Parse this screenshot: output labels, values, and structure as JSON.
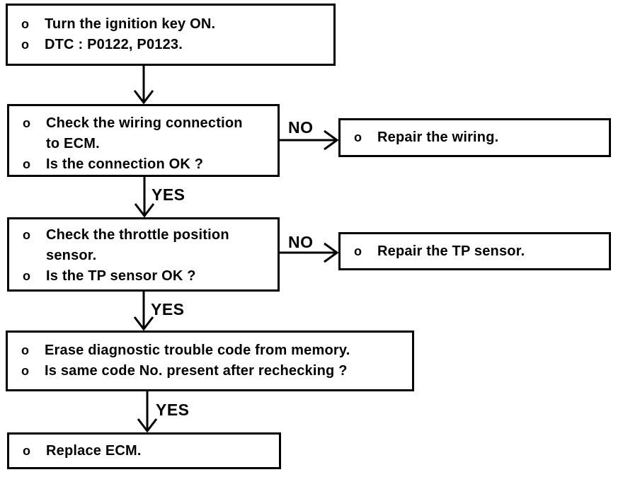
{
  "diagram": {
    "type": "flowchart",
    "bullet_char": "o",
    "colors": {
      "line": "#000000",
      "background": "#ffffff"
    },
    "boxes": {
      "start": {
        "lines": [
          "Turn the ignition key ON.",
          "DTC : P0122, P0123."
        ]
      },
      "check_wiring": {
        "lines": [
          "Check the wiring connection to ECM.",
          "Is the connection OK ?"
        ]
      },
      "repair_wiring": {
        "lines": [
          "Repair the wiring."
        ]
      },
      "check_tp_sensor": {
        "lines": [
          "Check the throttle position sensor.",
          "Is the TP sensor OK ?"
        ]
      },
      "repair_tp_sensor": {
        "lines": [
          "Repair the TP sensor."
        ]
      },
      "erase_dtc": {
        "lines": [
          "Erase diagnostic trouble code from memory.",
          "Is same code No. present after rechecking ?"
        ]
      },
      "replace_ecm": {
        "lines": [
          "Replace ECM."
        ]
      }
    },
    "edge_labels": {
      "no_wiring": "NO",
      "no_tp": "NO",
      "yes_wiring": "YES",
      "yes_tp": "YES",
      "yes_erase": "YES"
    }
  }
}
